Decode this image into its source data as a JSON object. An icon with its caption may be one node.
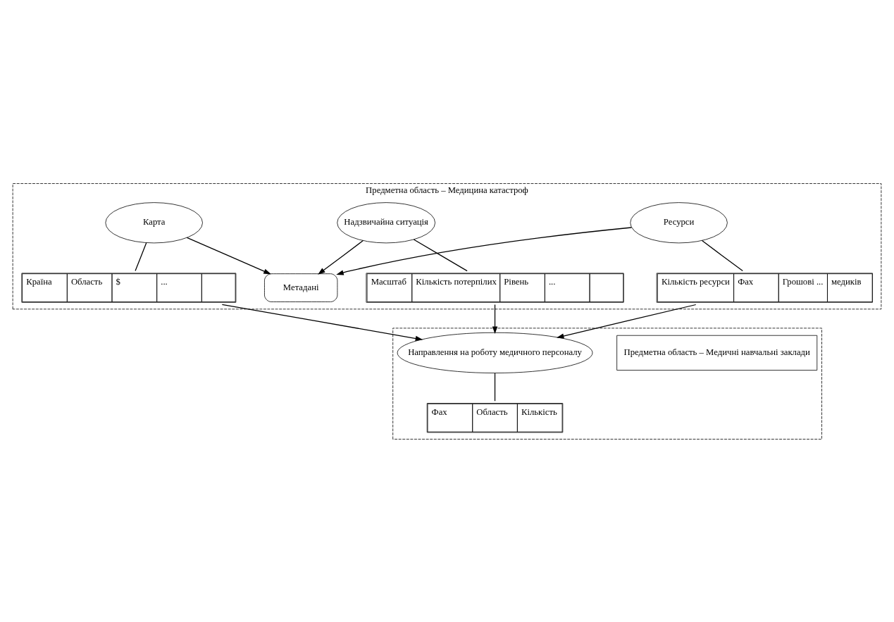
{
  "diagram": {
    "nodes": [
      {
        "text": [
          "Предметна область – Медицина катастроф"
        ]
      },
      {
        "text": [
          "Карта"
        ],
        "in": 0
      },
      {
        "text": [
          "Метадані"
        ],
        "in": 0
      },
      {
        "text": [
          "Ресурси"
        ],
        "in": 0
      },
      {
        "text": [
          "Країна",
          "Область",
          "$",
          "..."
        ],
        "in": 0
      },
      {
        "text": [
          "Кількість ресурси",
          "Фах",
          "Грошові ...",
          "медиків"
        ],
        "in": 0
      },
      {
        "text": [
          "Надзвичайна ситуація"
        ],
        "in": 0
      },
      {
        "text": [
          "Масштаб",
          "Кількість потерпілих",
          "Рівень",
          "..."
        ],
        "in": 0
      },
      {
        "text": [],
        "shape": "box"
      },
      {
        "text": [
          "Предметна область – Медичні навчальні заклади"
        ],
        "in": 8
      },
      {
        "text": [
          "Направлення на роботу медичного персоналу"
        ],
        "in": 8
      },
      {
        "text": [
          "Фах",
          "Область",
          "Кількість"
        ],
        "in": 8
      }
    ],
    "edges": [
      {
        "from": 1,
        "to": 4,
        "arrow": "none"
      },
      {
        "from": 3,
        "to": 5,
        "arrow": "none"
      },
      {
        "from": 1,
        "to": 2,
        "arrow": "to"
      },
      {
        "from": 3,
        "to": 2,
        "arrow": "to"
      },
      {
        "from": 6,
        "to": 2,
        "arrow": "to"
      },
      {
        "from": 6,
        "to": 7,
        "arrow": "none"
      },
      {
        "from": 4,
        "to": 10,
        "arrow": "to"
      },
      {
        "from": 7,
        "to": 10,
        "arrow": "to"
      },
      {
        "from": 5,
        "to": 10,
        "arrow": "to"
      },
      {
        "from": 10,
        "to": 11,
        "arrow": "none"
      }
    ]
  }
}
